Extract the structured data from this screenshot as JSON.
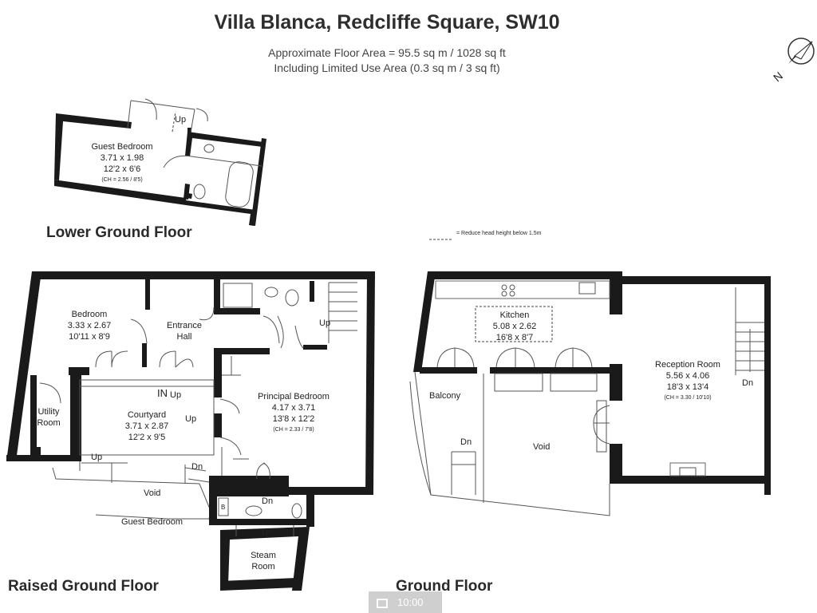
{
  "header": {
    "title": "Villa Blanca, Redcliffe Square, SW10",
    "area_line": "Approximate Floor Area = 95.5 sq m / 1028 sq ft",
    "limited_line": "Including Limited Use Area (0.3 sq m / 3 sq ft)"
  },
  "compass": {
    "label": "N"
  },
  "legend": {
    "text": "= Reduce head height below 1.5m"
  },
  "floors": {
    "lower": "Lower Ground Floor",
    "raised": "Raised Ground Floor",
    "ground": "Ground Floor"
  },
  "rooms": {
    "guest_bedroom_lg": {
      "name": "Guest Bedroom",
      "metric": "3.71 x 1.98",
      "imperial": "12'2 x 6'6",
      "ch": "(CH = 2.56 / 8'5)"
    },
    "bedroom": {
      "name": "Bedroom",
      "metric": "3.33 x 2.67",
      "imperial": "10'11 x 8'9"
    },
    "entrance_hall": {
      "name": "Entrance Hall"
    },
    "principal_bedroom": {
      "name": "Principal Bedroom",
      "metric": "4.17 x 3.71",
      "imperial": "13'8 x 12'2",
      "ch": "(CH = 2.33 / 7'8)"
    },
    "utility_room": {
      "name": "Utility Room"
    },
    "courtyard": {
      "name": "Courtyard",
      "metric": "3.71 x 2.87",
      "imperial": "12'2 x 9'5"
    },
    "void_raised": {
      "name": "Void"
    },
    "guest_bedroom_below": {
      "name": "Guest Bedroom"
    },
    "steam_room": {
      "name": "Steam Room"
    },
    "kitchen": {
      "name": "Kitchen",
      "metric": "5.08 x 2.62",
      "imperial": "16'8 x 8'7"
    },
    "reception_room": {
      "name": "Reception Room",
      "metric": "5.56 x 4.06",
      "imperial": "18'3 x 13'4",
      "ch": "(CH = 3.30 / 10'10)"
    },
    "balcony": {
      "name": "Balcony"
    },
    "void_ground": {
      "name": "Void"
    }
  },
  "stairs": {
    "up": "Up",
    "dn": "Dn",
    "in": "IN",
    "b": "B"
  },
  "status": {
    "clock": "10:00"
  }
}
